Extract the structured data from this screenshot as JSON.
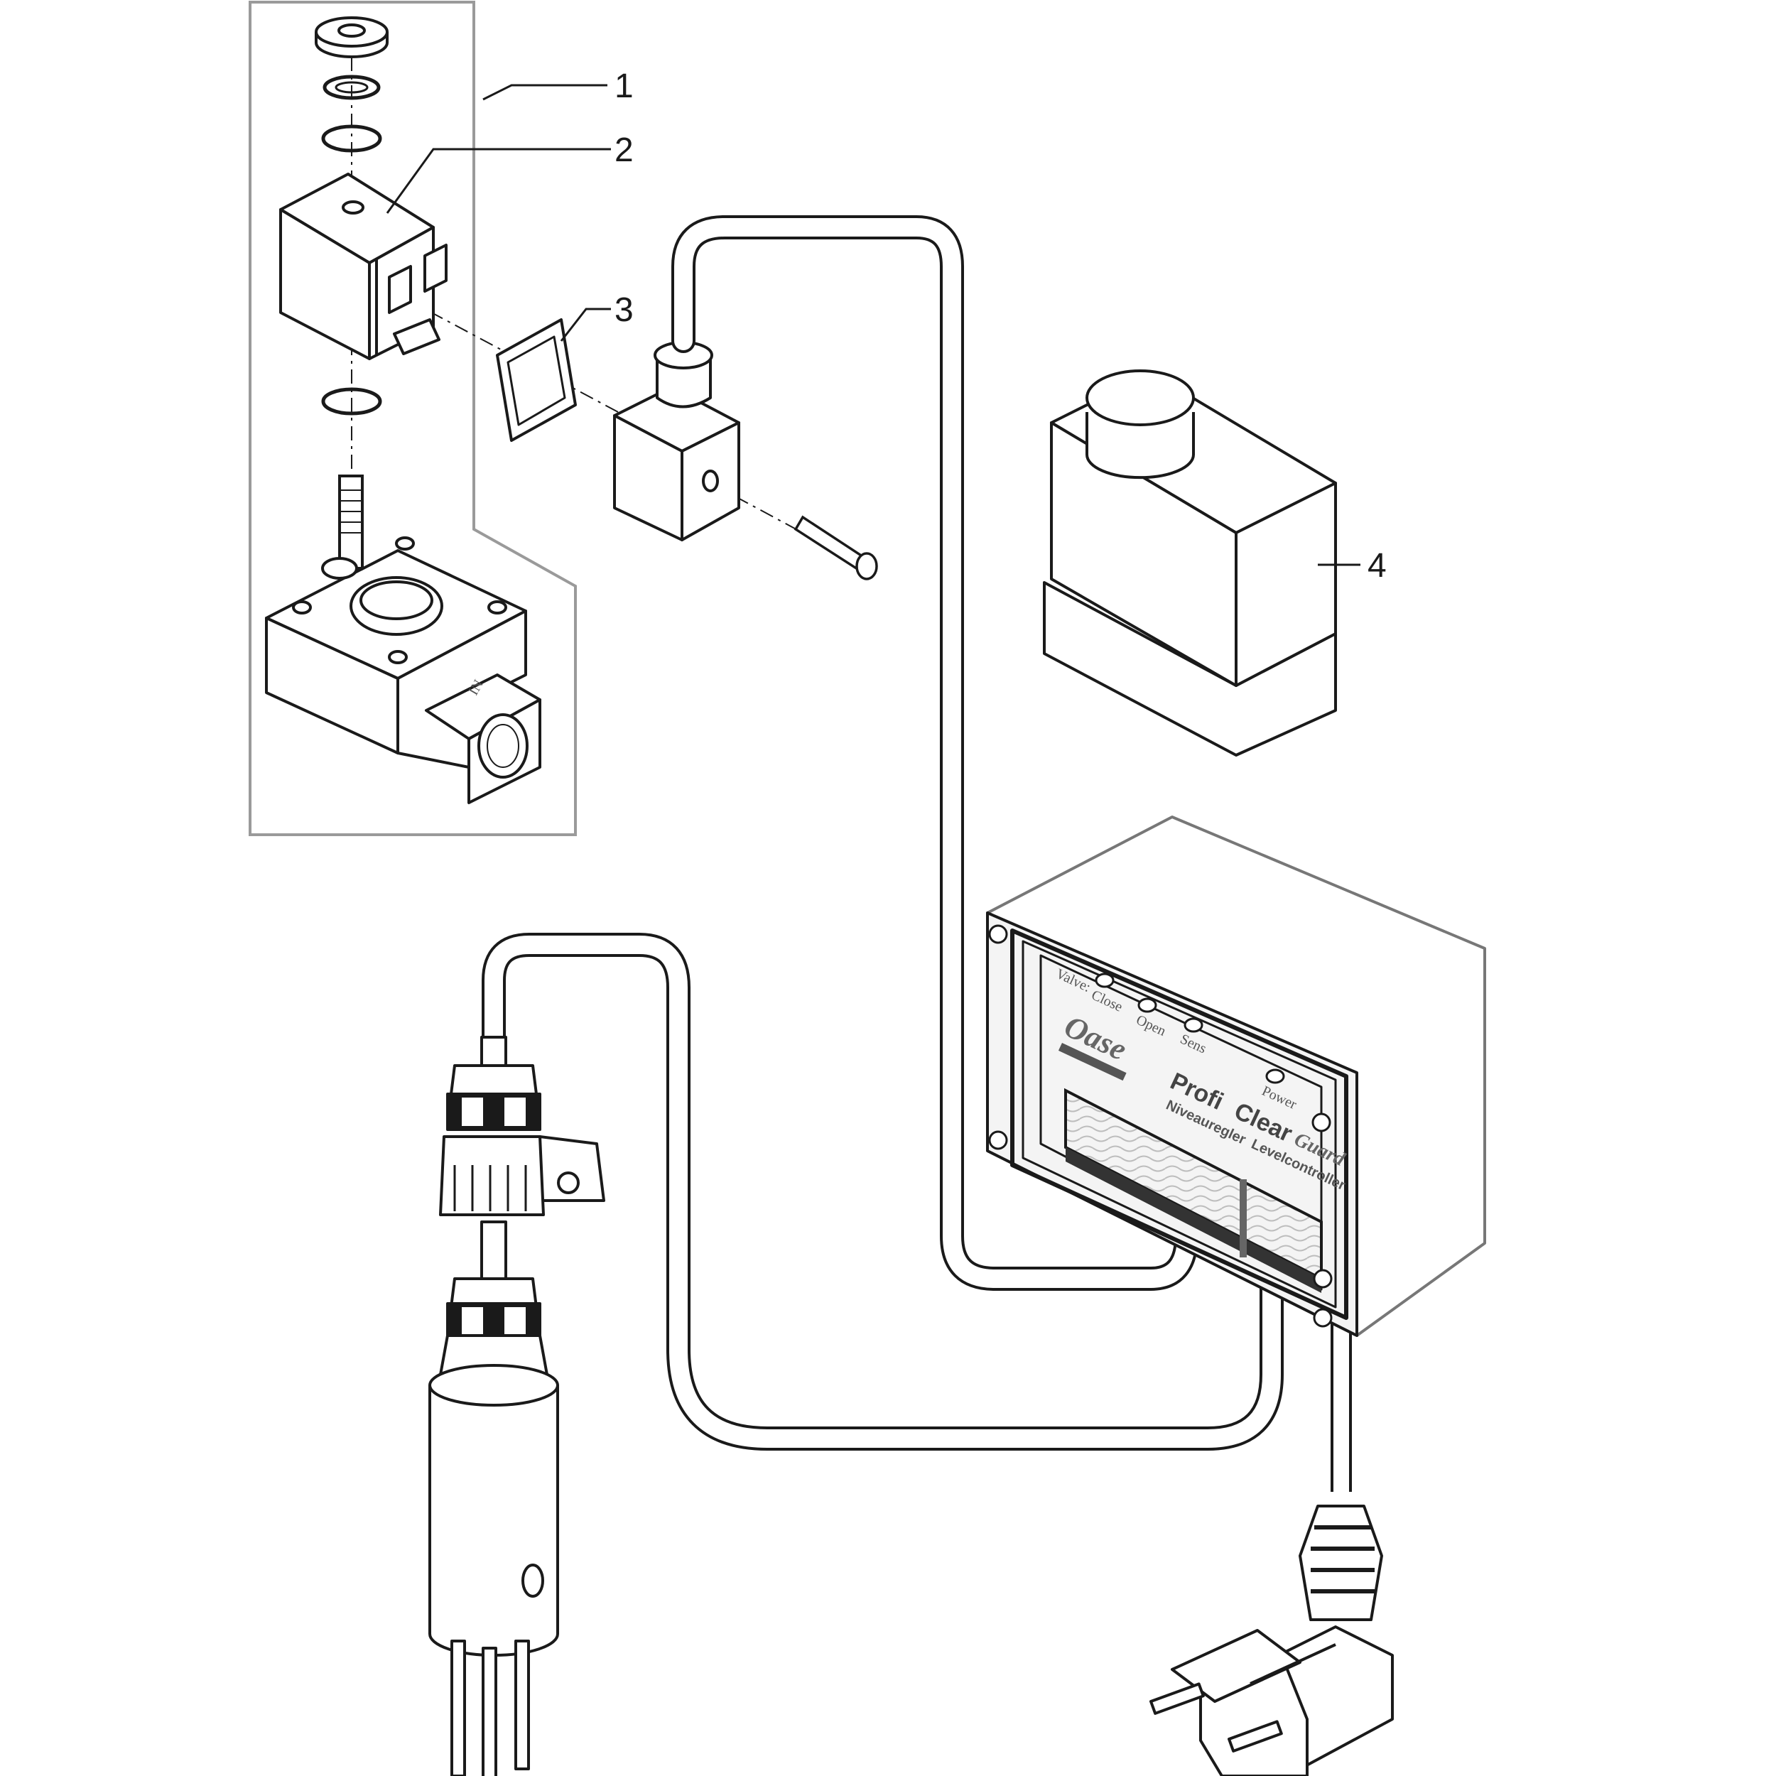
{
  "callouts": [
    {
      "id": "1",
      "text": "1"
    },
    {
      "id": "2",
      "text": "2"
    },
    {
      "id": "3",
      "text": "3"
    },
    {
      "id": "4",
      "text": "4"
    }
  ],
  "controller": {
    "brand": "Oase",
    "product_a": "Profi",
    "product_b": "Clear",
    "product_c": "Guard",
    "subtitle_de": "Niveauregler",
    "subtitle_en": "Levelcontroller",
    "led_valve": "Valve:",
    "led_close": "Close",
    "led_open": "Open",
    "led_sens": "Sens",
    "led_power": "Power"
  },
  "valve": {
    "flow_mark": "IN"
  },
  "colors": {
    "line": "#1a1a1a",
    "frame": "#9a9a9a",
    "shade": "#f4f4f4"
  }
}
